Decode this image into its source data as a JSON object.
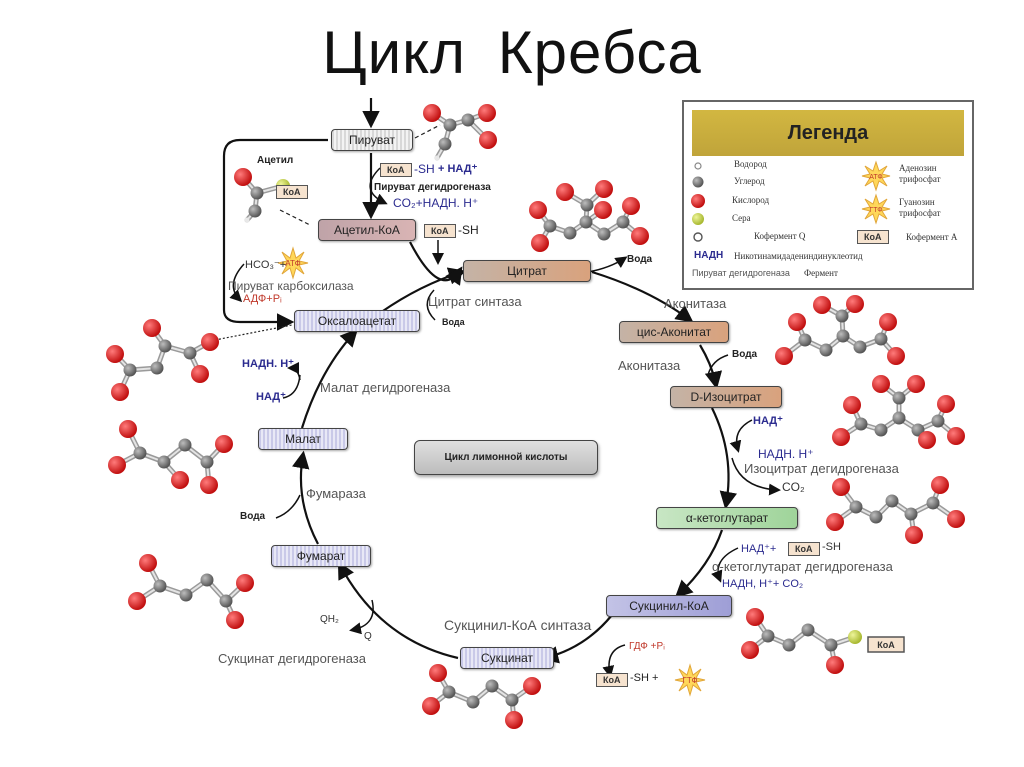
{
  "title": "Цикл Кребса",
  "center_label": "Цикл лимонной кислоты",
  "metabolites": {
    "pyruvate": "Пируват",
    "acetyl_coa": "Ацетил-КоА",
    "citrate": "Цитрат",
    "cis_aconitate": "цис-Аконитат",
    "isocitrate": "D-Изоцитрат",
    "ketoglutarate": "α-кетоглутарат",
    "succinyl_coa": "Сукцинил-КоА",
    "succinate": "Сукцинат",
    "fumarate": "Фумарат",
    "malate": "Малат",
    "oxaloacetate": "Оксалоацетат"
  },
  "enzymes": {
    "pyruvate_dh": "Пируват дегидрогеназа",
    "pyruvate_carboxylase": "Пируват карбоксилаза",
    "citrate_synthase": "Цитрат синтаза",
    "aconitase_1": "Аконитаза",
    "aconitase_2": "Аконитаза",
    "isocitrate_dh": "Изоцитрат дегидрогеназа",
    "ketoglutarate_dh": "α-кетоглутарат дегидрогеназа",
    "succinyl_coa_synthase": "Сукцинил-КоА синтаза",
    "succinate_dh": "Сукцинат дегидрогеназа",
    "fumarase": "Фумараза",
    "malate_dh": "Малат дегидрогеназа"
  },
  "cofactors": {
    "koa": "КоА",
    "sh": "-SH",
    "plus_nad": "+ НАД⁺",
    "co2_nadh": "CO₂+НАДН. Н⁺",
    "acetyl": "Ацетил",
    "hco3": "HCO₃⁻+",
    "atp": "АТФ",
    "adp_pi": "АДФ+Pᵢ",
    "water": "Вода",
    "nadh_h": "НАДН. Н⁺",
    "nad": "НАД⁺",
    "co2": "CO₂",
    "nad_plus": "НАД⁺+",
    "nadh_h_co2": "НАДН, Н⁺+ CO₂",
    "gdp_pi": "ГДФ +Pᵢ",
    "gtp": "ГТФ",
    "sh_plus": "-SH +",
    "qh2": "QH₂",
    "q": "Q"
  },
  "legend": {
    "title": "Легенда",
    "hydrogen": "Водород",
    "carbon": "Углерод",
    "oxygen": "Кислород",
    "sulfur": "Сера",
    "coenzyme_q": "Кофермент Q",
    "atp_line1": "Аденозин",
    "atp_line2": "трифосфат",
    "gtp_line1": "Гуанозин",
    "gtp_line2": "трифосфат",
    "atp_icon": "АТФ",
    "gtp_icon": "ГТФ",
    "koa_box": "КоА",
    "coenzyme_a": "Кофермент А",
    "nadh_key": "НАДН",
    "nadh_desc": "Никотинамидадениндинуклеотид",
    "enzyme_example": "Пируват дегидрогеназа",
    "enzyme_desc": "Фермент"
  },
  "colors": {
    "oxygen": "#d61f1f",
    "carbon": "#6e6e6e",
    "hydrogen": "#dddddd",
    "sulfur": "#c9d84a",
    "legend_header": "#c8ad3d",
    "cofactor_blue": "#2b2b8f"
  }
}
